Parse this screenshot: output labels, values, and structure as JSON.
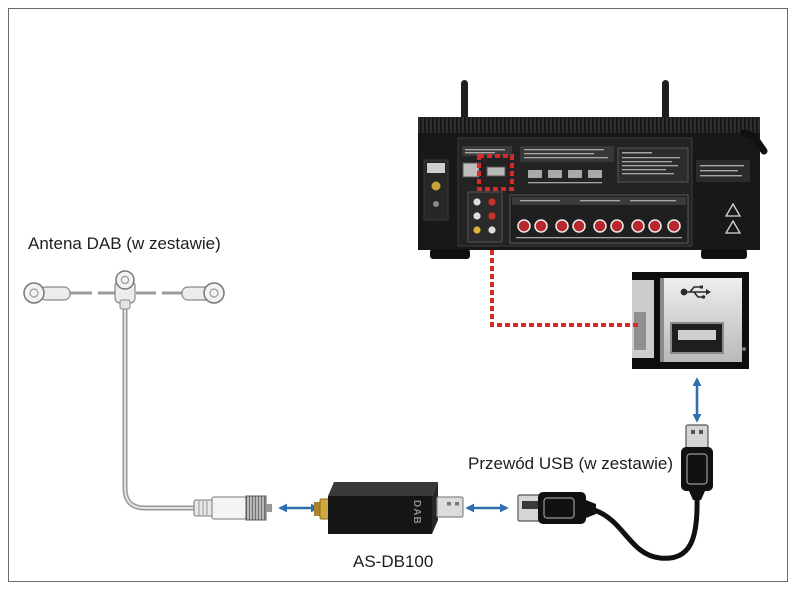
{
  "labels": {
    "antenna": "Antena DAB (w zestawie)",
    "usb_cable": "Przewód USB (w zestawie)",
    "adapter": "AS-DB100"
  },
  "adapter_marking": "DAB",
  "icons": {
    "usb_port_symbol": "usb-icon",
    "connection_arrows": "double-arrow-icon"
  },
  "colors": {
    "connection_arrow": "#2f6fb0",
    "highlight": "#d42a2a"
  }
}
